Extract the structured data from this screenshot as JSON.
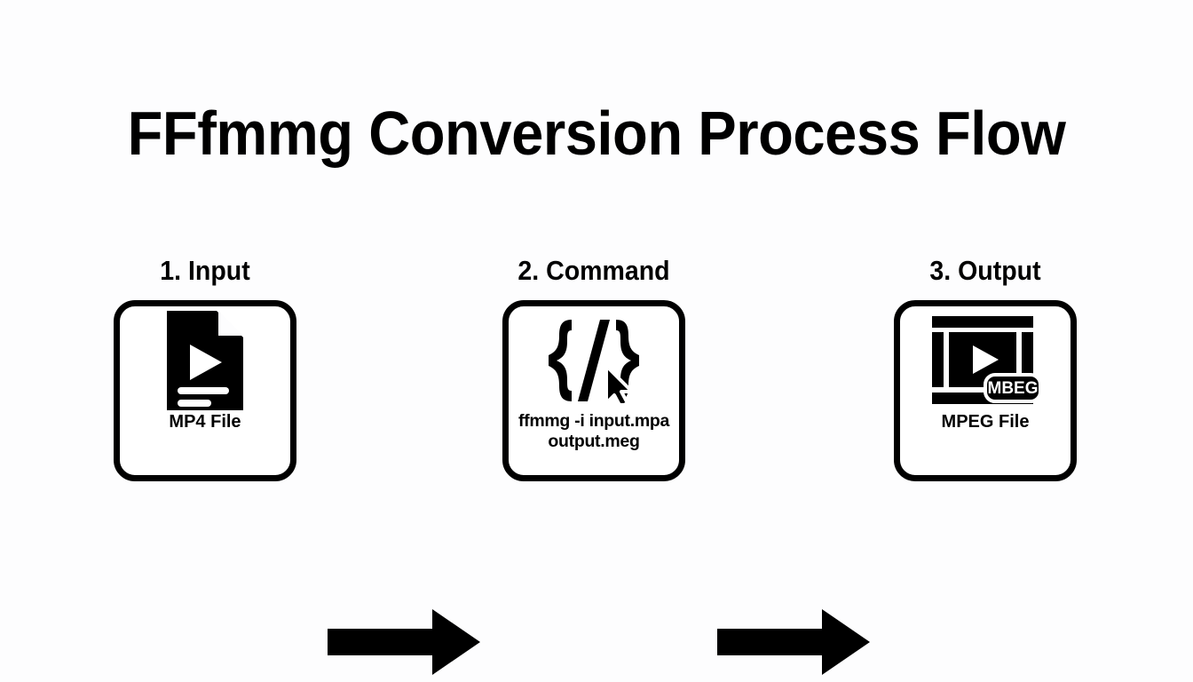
{
  "page": {
    "title": "FFfmmg Conversion Process Flow",
    "background_color": "#fdfdfe",
    "foreground_color": "#000000"
  },
  "flow": {
    "steps": [
      {
        "label": "1. Input",
        "icon": "document-video-file-icon",
        "caption": "MP4 File",
        "caption_lines": [
          "MP4 File"
        ]
      },
      {
        "label": "2. Command",
        "icon": "code-braces-cursor-icon",
        "caption": "ffmmg -i input.mpa output.meg",
        "caption_lines": [
          "ffmmg -i input.mpa",
          "output.meg"
        ]
      },
      {
        "label": "3. Output",
        "icon": "video-player-icon",
        "caption": "MPEG File",
        "caption_lines": [
          "MPEG File"
        ],
        "badge": "MBEG"
      }
    ],
    "arrows": [
      {
        "name": "arrow-input-to-command",
        "direction": "right"
      },
      {
        "name": "arrow-command-to-output",
        "direction": "right"
      }
    ]
  }
}
